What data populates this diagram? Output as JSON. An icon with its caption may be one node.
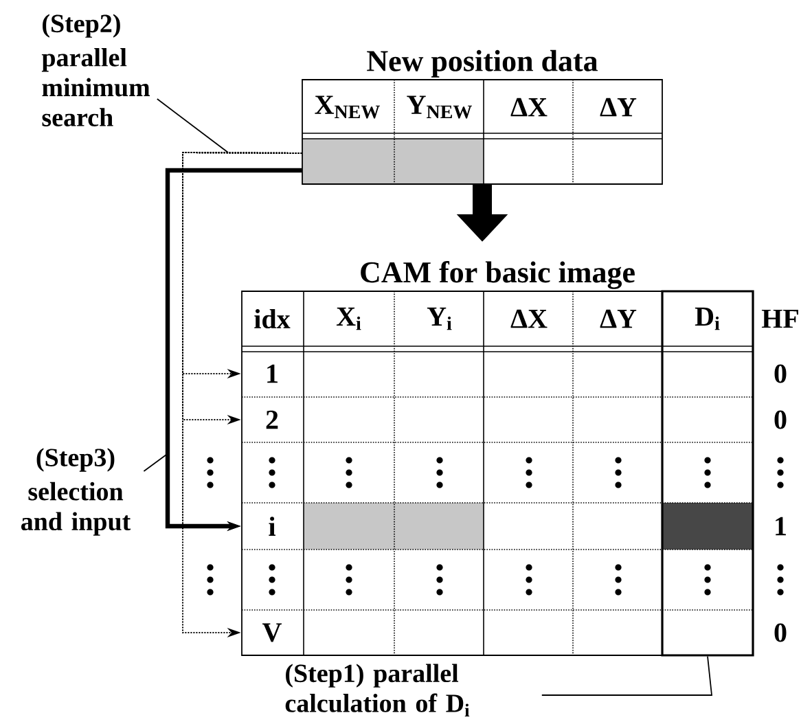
{
  "diagram": {
    "nodes": [
      {
        "text": [
          "(Step2)",
          "parallel minimum search"
        ]
      },
      {
        "text": [
          "New position data"
        ]
      },
      {
        "text": [],
        "shape": "box",
        "in": 1
      },
      {
        "text": [
          "(Step3)",
          "selection and input"
        ]
      },
      {
        "text": [
          "CAM for basic image"
        ]
      },
      {
        "text": [
          "1"
        ],
        "in": 4
      },
      {
        "text": [
          "2"
        ],
        "in": 4
      },
      {
        "text": [
          "i"
        ],
        "in": 4
      },
      {
        "text": [
          "V"
        ],
        "in": 4
      },
      {
        "text": [],
        "shape": "box",
        "in": 4
      },
      {
        "text": [
          "(Step1)",
          "parallel calculation of D$_{i}$"
        ]
      }
    ],
    "edges": [
      {
        "from": 2,
        "to": 5,
        "arrow": "to",
        "style": "dashed"
      },
      {
        "from": 2,
        "to": 6,
        "arrow": "to",
        "style": "dashed"
      },
      {
        "from": 2,
        "to": 7,
        "arrow": "to",
        "style": "dashed"
      },
      {
        "from": 2,
        "to": 8,
        "arrow": "to",
        "style": "dashed"
      },
      {
        "from": 2,
        "to": 7,
        "arrow": "to",
        "style": "thick"
      },
      {
        "from": 1,
        "to": 4,
        "arrow": "to",
        "style": "thick"
      },
      {
        "from": 0,
        "to": null,
        "arrow": "none"
      },
      {
        "from": 3,
        "to": null,
        "arrow": "none"
      },
      {
        "from": 10,
        "to": 9,
        "arrow": "none"
      }
    ],
    "labels": [
      "X$_{NEW}$",
      "Y$_{NEW}$",
      "ΔX",
      "ΔY",
      "idx",
      "X$_{i}$",
      "Y$_{i}$",
      "ΔX",
      "ΔY",
      "D$_{i}$",
      "HF",
      "0",
      "0",
      "1",
      "0"
    ]
  }
}
